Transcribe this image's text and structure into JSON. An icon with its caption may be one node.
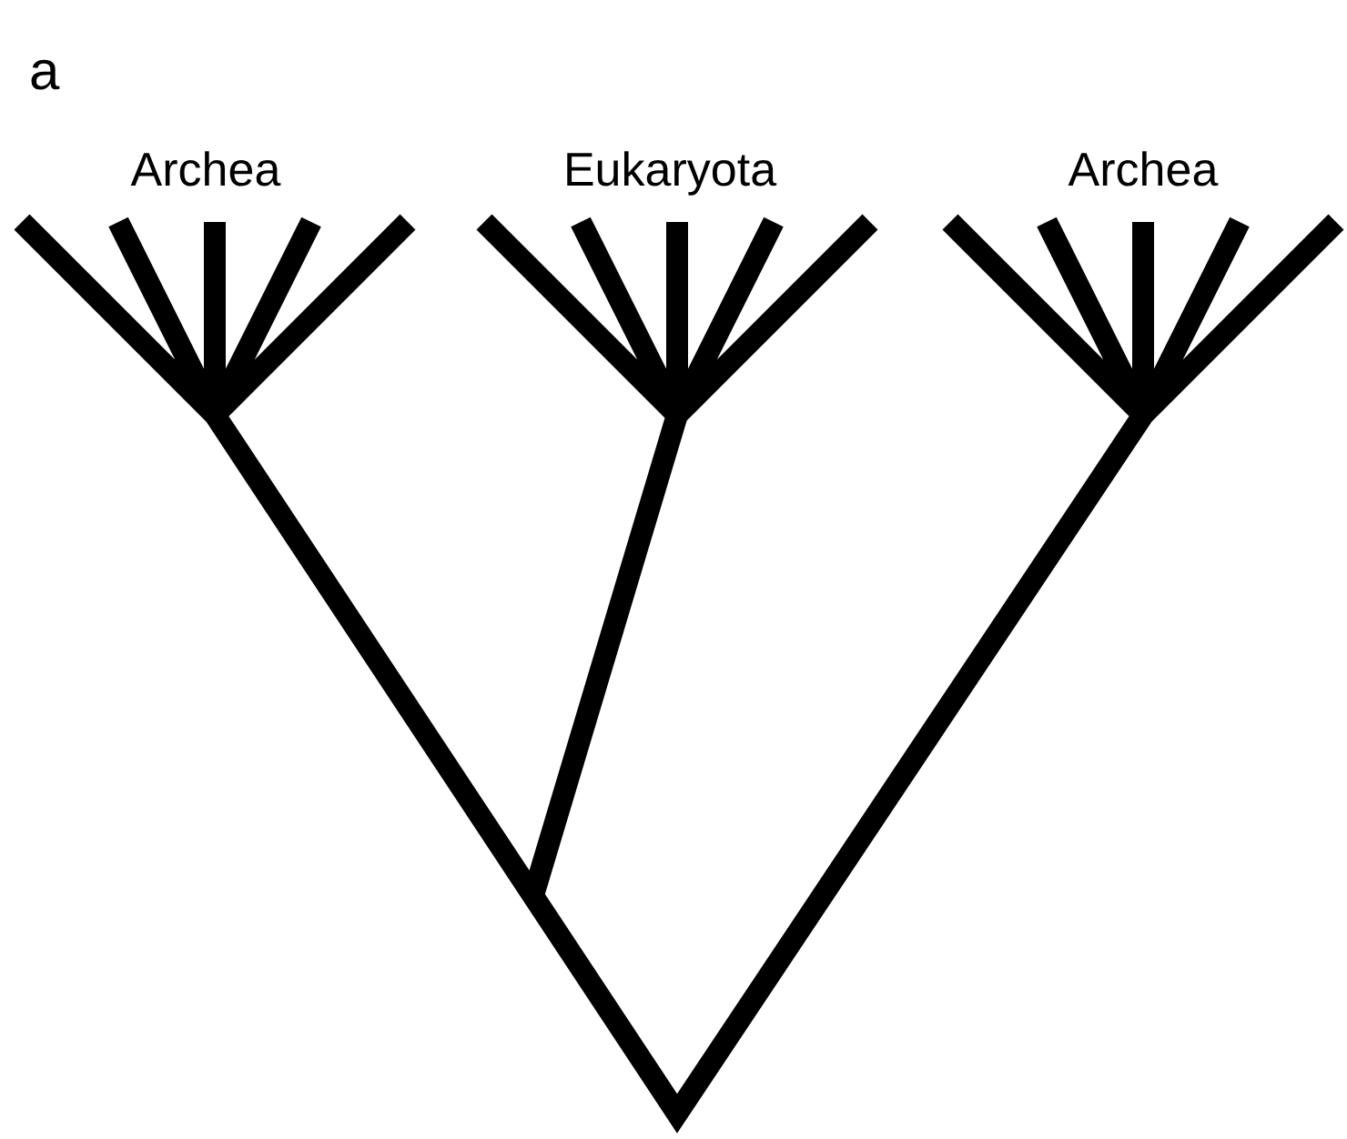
{
  "diagram": {
    "labels": [
      "a",
      "Archea",
      "Eukaryota",
      "Archea"
    ]
  }
}
